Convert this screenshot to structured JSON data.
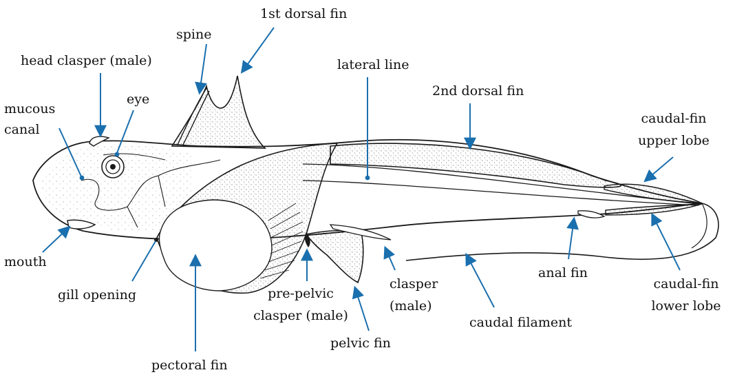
{
  "labels": {
    "first_dorsal_fin": "1st dorsal fin",
    "spine": "spine",
    "head_clasper": "head clasper (male)",
    "lateral_line": "lateral line",
    "second_dorsal_fin": "2nd dorsal fin",
    "eye": "eye",
    "mucous_canal_1": "mucous",
    "mucous_canal_2": "canal",
    "caudal_upper_1": "caudal-fin",
    "caudal_upper_2": "upper lobe",
    "mouth": "mouth",
    "gill_opening": "gill opening",
    "pre_pelvic_1": "pre-pelvic",
    "pre_pelvic_2": "clasper (male)",
    "clasper_1": "clasper",
    "clasper_2": "(male)",
    "anal_fin": "anal fin",
    "caudal_lower_1": "caudal-fin",
    "caudal_lower_2": "lower lobe",
    "caudal_filament": "caudal filament",
    "pelvic_fin": "pelvic fin",
    "pectoral_fin": "pectoral fin"
  },
  "colors": {
    "pointer": "#1a6fae",
    "outline": "#1a1a1a",
    "text": "#111111"
  }
}
